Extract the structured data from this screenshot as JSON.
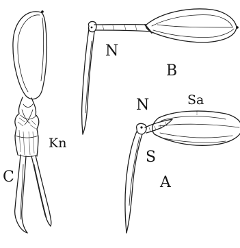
{
  "labels": {
    "N_top": "N",
    "B": "B",
    "Sa": "Sa",
    "N_bottom": "N",
    "S": "S",
    "A": "A",
    "Kn": "Kn",
    "C": "C"
  },
  "colors": {
    "ink": "#1e1e1e",
    "background": "#ffffff"
  }
}
